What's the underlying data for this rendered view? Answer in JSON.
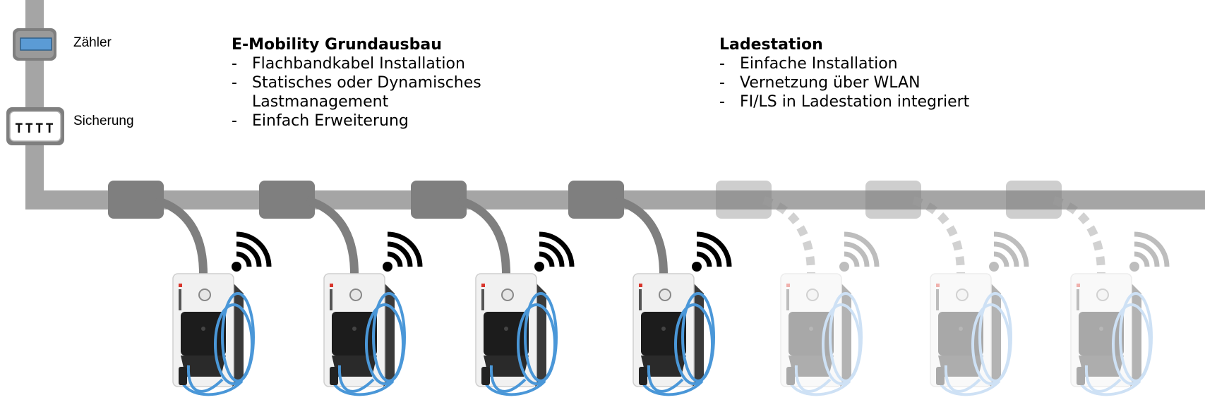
{
  "legend": {
    "meter_label": "Zähler",
    "fuse_label": "Sicherung",
    "fuse_symbol": "TTTT"
  },
  "grundausbau": {
    "title": "E-Mobility Grundausbau",
    "items": [
      "Flachbandkabel Installation",
      "Statisches oder Dynamisches Lastmanagement",
      "Einfach Erweiterung"
    ]
  },
  "ladestation": {
    "title": "Ladestation",
    "items": [
      "Einfache Installation",
      "Vernetzung über WLAN",
      "FI/LS in Ladestation integriert"
    ]
  },
  "colors": {
    "cable": "#a5a5a5",
    "connector": "#7f7f7f",
    "meter_display": "#5b9bd5",
    "charger_cable": "#4a97d8",
    "wifi": "#000000"
  },
  "stations": [
    {
      "status": "installed"
    },
    {
      "status": "installed"
    },
    {
      "status": "installed"
    },
    {
      "status": "installed"
    },
    {
      "status": "expansion"
    },
    {
      "status": "expansion"
    },
    {
      "status": "expansion"
    }
  ]
}
